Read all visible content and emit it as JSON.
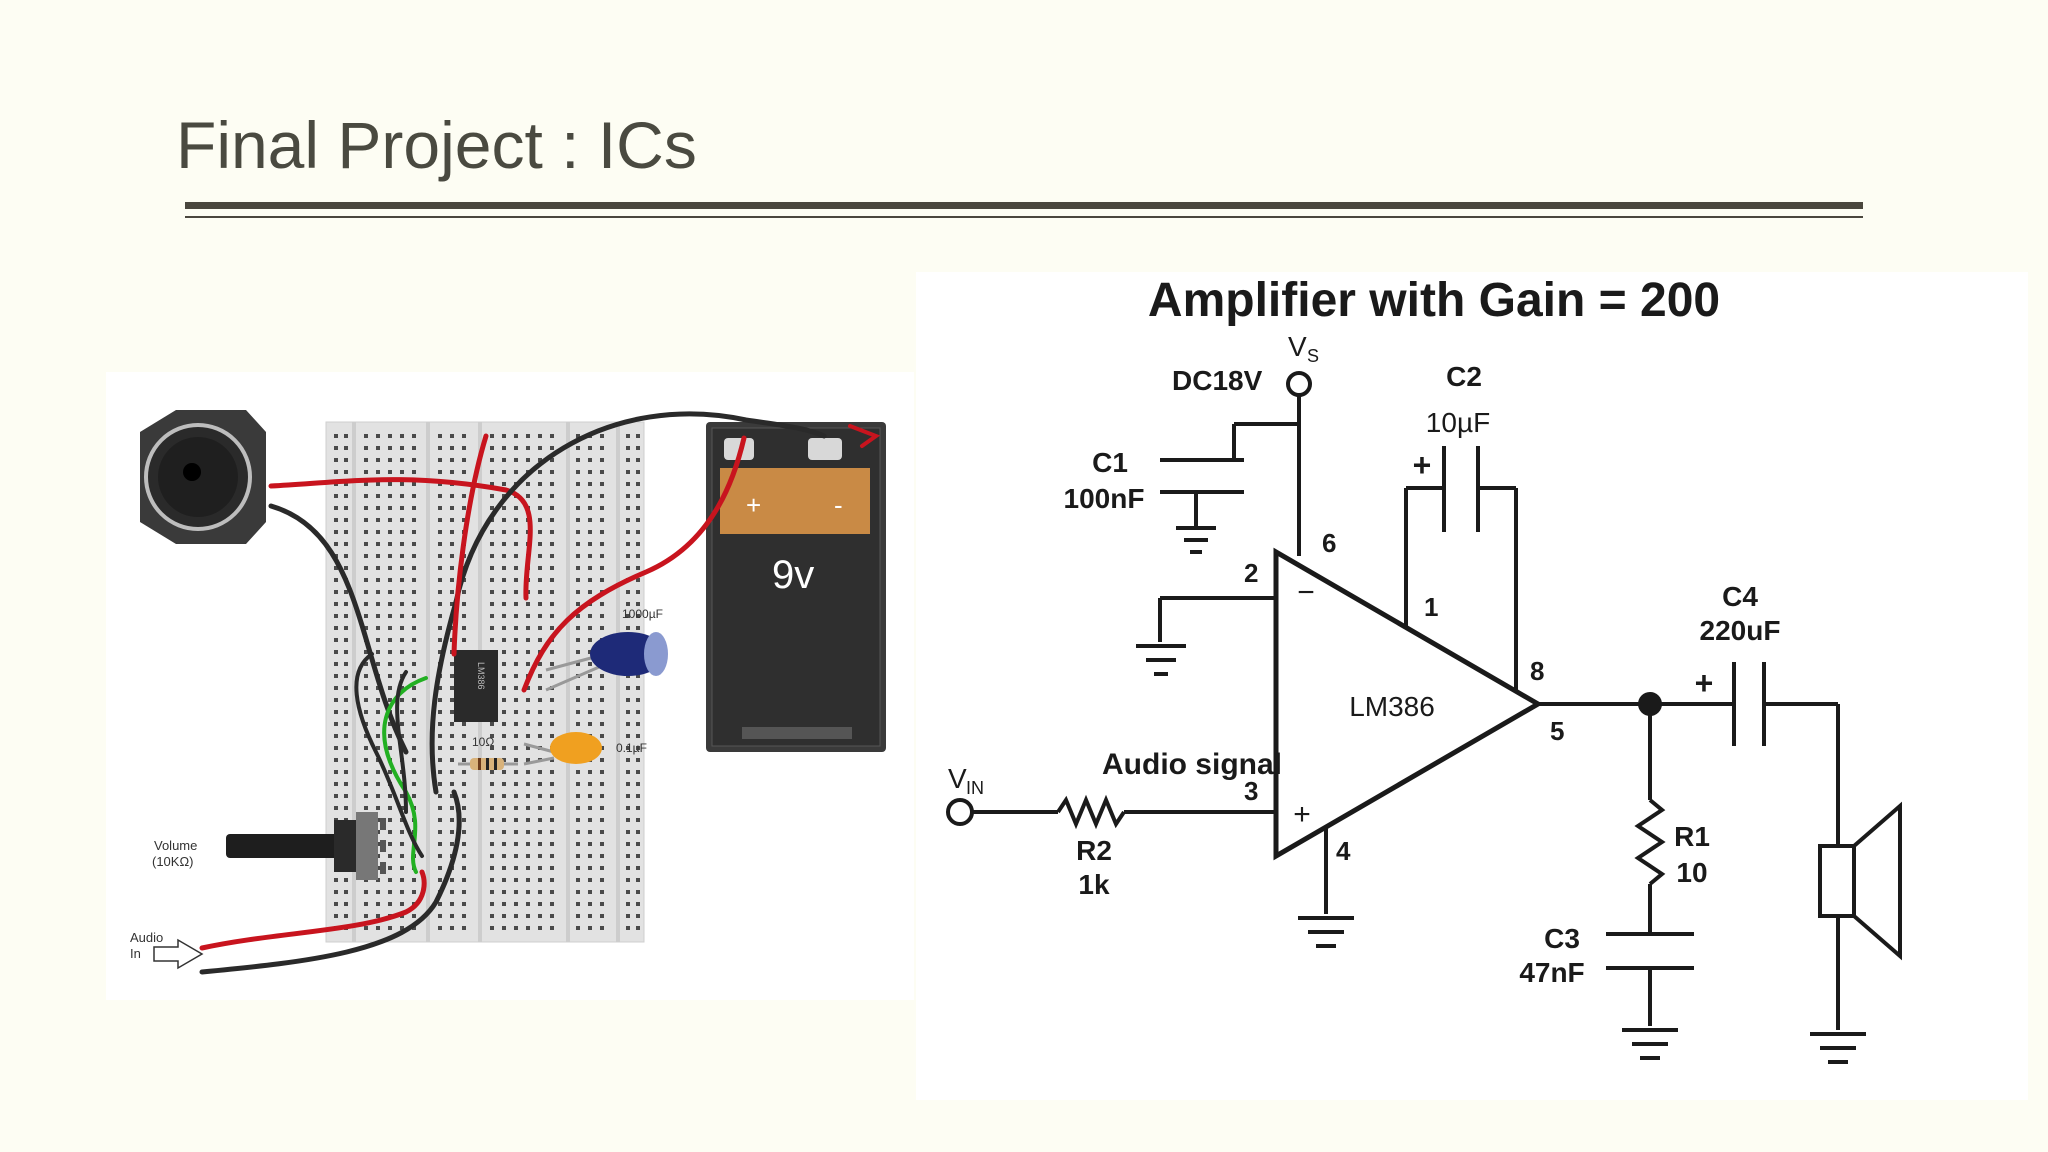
{
  "slide": {
    "title": "Final Project : ICs"
  },
  "breadboard": {
    "labels": {
      "capacitor_large": "1000µF",
      "capacitor_small": "0.1µF",
      "resistor": "10Ω",
      "volume_line1": "Volume",
      "volume_line2": "(10KΩ)",
      "audio_line1": "Audio",
      "audio_line2": "In",
      "battery": "9v",
      "battery_plus": "+",
      "battery_minus": "-",
      "ic": "LM386"
    },
    "colors": {
      "positive_wire": "#c8141e",
      "negative_wire": "#2a2a2a",
      "jumper": "#22b022",
      "battery_band": "#c98a45"
    }
  },
  "schematic": {
    "title": "Amplifier with Gain = 200",
    "ic_name": "LM386",
    "supply": {
      "voltage": "DC18V",
      "vs_main": "V",
      "vs_sub": "S"
    },
    "components": {
      "c1": {
        "name": "C1",
        "value": "100nF"
      },
      "c2": {
        "name": "C2",
        "value": "10µF"
      },
      "c3": {
        "name": "C3",
        "value": "47nF"
      },
      "c4": {
        "name": "C4",
        "value": "220uF"
      },
      "r1": {
        "name": "R1",
        "value": "10"
      },
      "r2": {
        "name": "R2",
        "value": "1k"
      }
    },
    "input": {
      "label": "Audio signal",
      "vin_main": "V",
      "vin_sub": "IN"
    },
    "pins": {
      "p1": "1",
      "p2": "2",
      "p3": "3",
      "p4": "4",
      "p5": "5",
      "p6": "6",
      "p8": "8"
    },
    "symbols": {
      "plus": "+",
      "minus": "−"
    }
  }
}
